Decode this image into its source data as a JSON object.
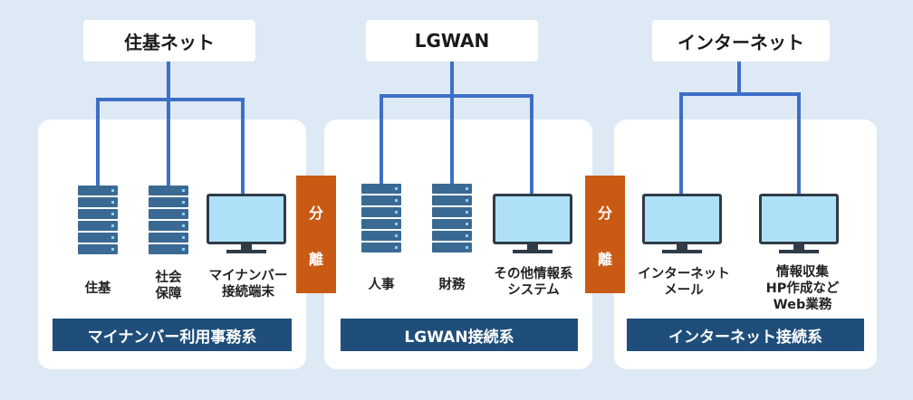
{
  "networks": {
    "juki": "住基ネット",
    "lgwan": "LGWAN",
    "internet": "インターネット"
  },
  "panels": {
    "juki": {
      "items": [
        "住基",
        "社会\n保障",
        "マイナンバー\n接続端末"
      ],
      "footer": "マイナンバー利用事務系"
    },
    "lgwan": {
      "items": [
        "人事",
        "財務",
        "その他情報系\nシステム"
      ],
      "footer": "LGWAN接続系"
    },
    "internet": {
      "items": [
        "インターネット\nメール",
        "情報収集\nHP作成など\nWeb業務"
      ],
      "footer": "インターネット接続系"
    }
  },
  "separators": [
    {
      "chars": [
        "分",
        "離"
      ]
    },
    {
      "chars": [
        "分",
        "離"
      ]
    }
  ],
  "colors": {
    "background": "#dde9f4",
    "wire": "#3e6fc7",
    "footer": "#1f4e7a",
    "separator": "#c95a14",
    "server": "#3a6a93",
    "screen": "#aee0f8"
  }
}
